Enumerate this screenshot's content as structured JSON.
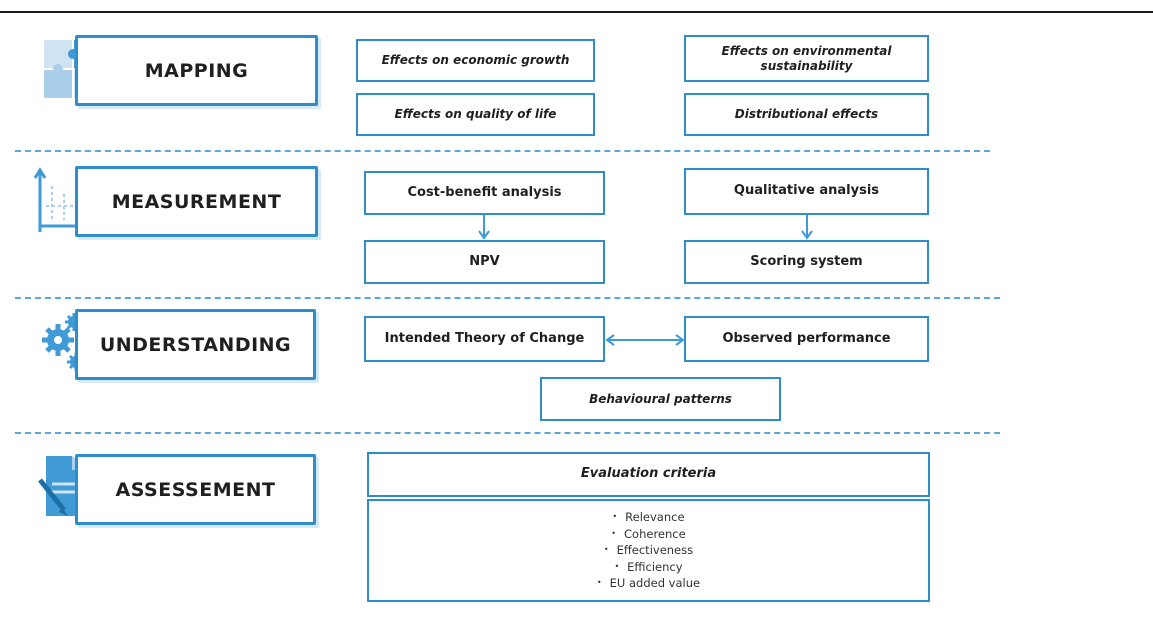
{
  "stages": {
    "mapping": "MAPPING",
    "measurement": "MEASUREMENT",
    "understanding": "UNDERSTANDING",
    "assessement": "ASSESSEMENT"
  },
  "mapping": {
    "economic_growth": "Effects on economic growth",
    "environmental": "Effects on environmental sustainability",
    "quality_of_life": "Effects on quality of life",
    "distributional": "Distributional effects"
  },
  "measurement": {
    "cba": "Cost-benefit analysis",
    "npv": "NPV",
    "qualitative": "Qualitative analysis",
    "scoring": "Scoring system"
  },
  "understanding": {
    "theory_of_change": "Intended Theory of Change",
    "observed": "Observed performance",
    "behavioural": "Behavioural patterns"
  },
  "assessement": {
    "criteria_title": "Evaluation criteria",
    "criteria": [
      "Relevance",
      "Coherence",
      "Effectiveness",
      "Efficiency",
      "EU added value"
    ]
  },
  "colors": {
    "accent": "#2f8dc9",
    "light_accent": "#9cc8e6",
    "divider": "#5aa8d8"
  },
  "icons": [
    "puzzle-icon",
    "chart-axes-icon",
    "gears-icon",
    "document-pen-icon"
  ]
}
